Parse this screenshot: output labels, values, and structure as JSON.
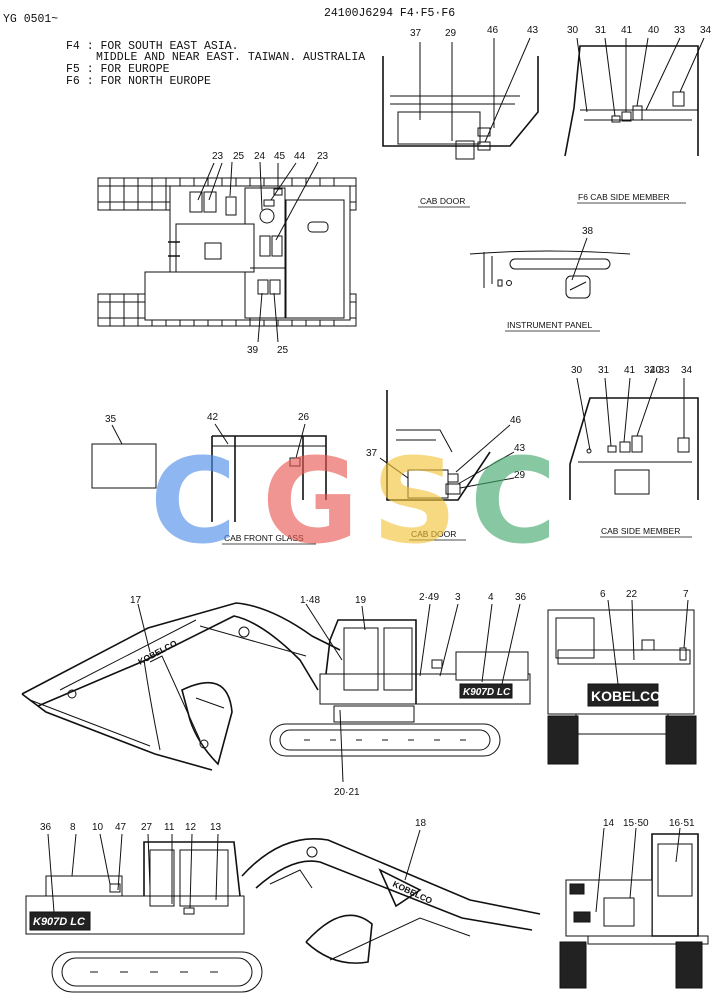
{
  "header": {
    "code": "YG 0501~",
    "part_number": "24100J6294 F4·F5·F6",
    "notes": [
      "F4 : FOR SOUTH EAST ASIA.",
      "MIDDLE AND NEAR EAST. TAIWAN. AUSTRALIA",
      "F5 : FOR EUROPE",
      "F6 : FOR NORTH EUROPE"
    ]
  },
  "captions": {
    "cab_door_top": "CAB DOOR",
    "f6_cab_side_member": "F6 CAB SIDE MEMBER",
    "instrument_panel": "INSTRUMENT PANEL",
    "cab_front_glass": "CAB FRONT GLASS",
    "cab_door_mid": "CAB DOOR",
    "cab_side_member": "CAB SIDE MEMBER"
  },
  "branding": {
    "kobelco": "KOBELCO",
    "model": "K907D LC"
  },
  "watermark": {
    "letters": [
      "C",
      "G",
      "S",
      "C"
    ],
    "colors": [
      "#4a8ae8",
      "#e8554f",
      "#f2c233",
      "#3fa668"
    ]
  },
  "callouts": {
    "top_view": [
      "23",
      "25",
      "24",
      "45",
      "44",
      "23",
      "39",
      "25"
    ],
    "cab_door_top": [
      "37",
      "29",
      "46",
      "43"
    ],
    "f6_side": [
      "30",
      "31",
      "41",
      "40",
      "33",
      "34"
    ],
    "instrument": [
      "38"
    ],
    "glass": [
      "35",
      "42",
      "26"
    ],
    "cab_door_mid": [
      "46",
      "37",
      "43",
      "29"
    ],
    "side_member": [
      "30",
      "31",
      "41",
      "40",
      "32·33",
      "34"
    ],
    "side_view": [
      "17",
      "1·48",
      "19",
      "2·49",
      "3",
      "4",
      "36",
      "20·21"
    ],
    "rear_view": [
      "6",
      "22",
      "7"
    ],
    "bottom_left": [
      "36",
      "8",
      "10",
      "47",
      "27",
      "11",
      "12",
      "13"
    ],
    "boom": [
      "18"
    ],
    "front_view": [
      "14",
      "15·50",
      "16·51"
    ]
  }
}
